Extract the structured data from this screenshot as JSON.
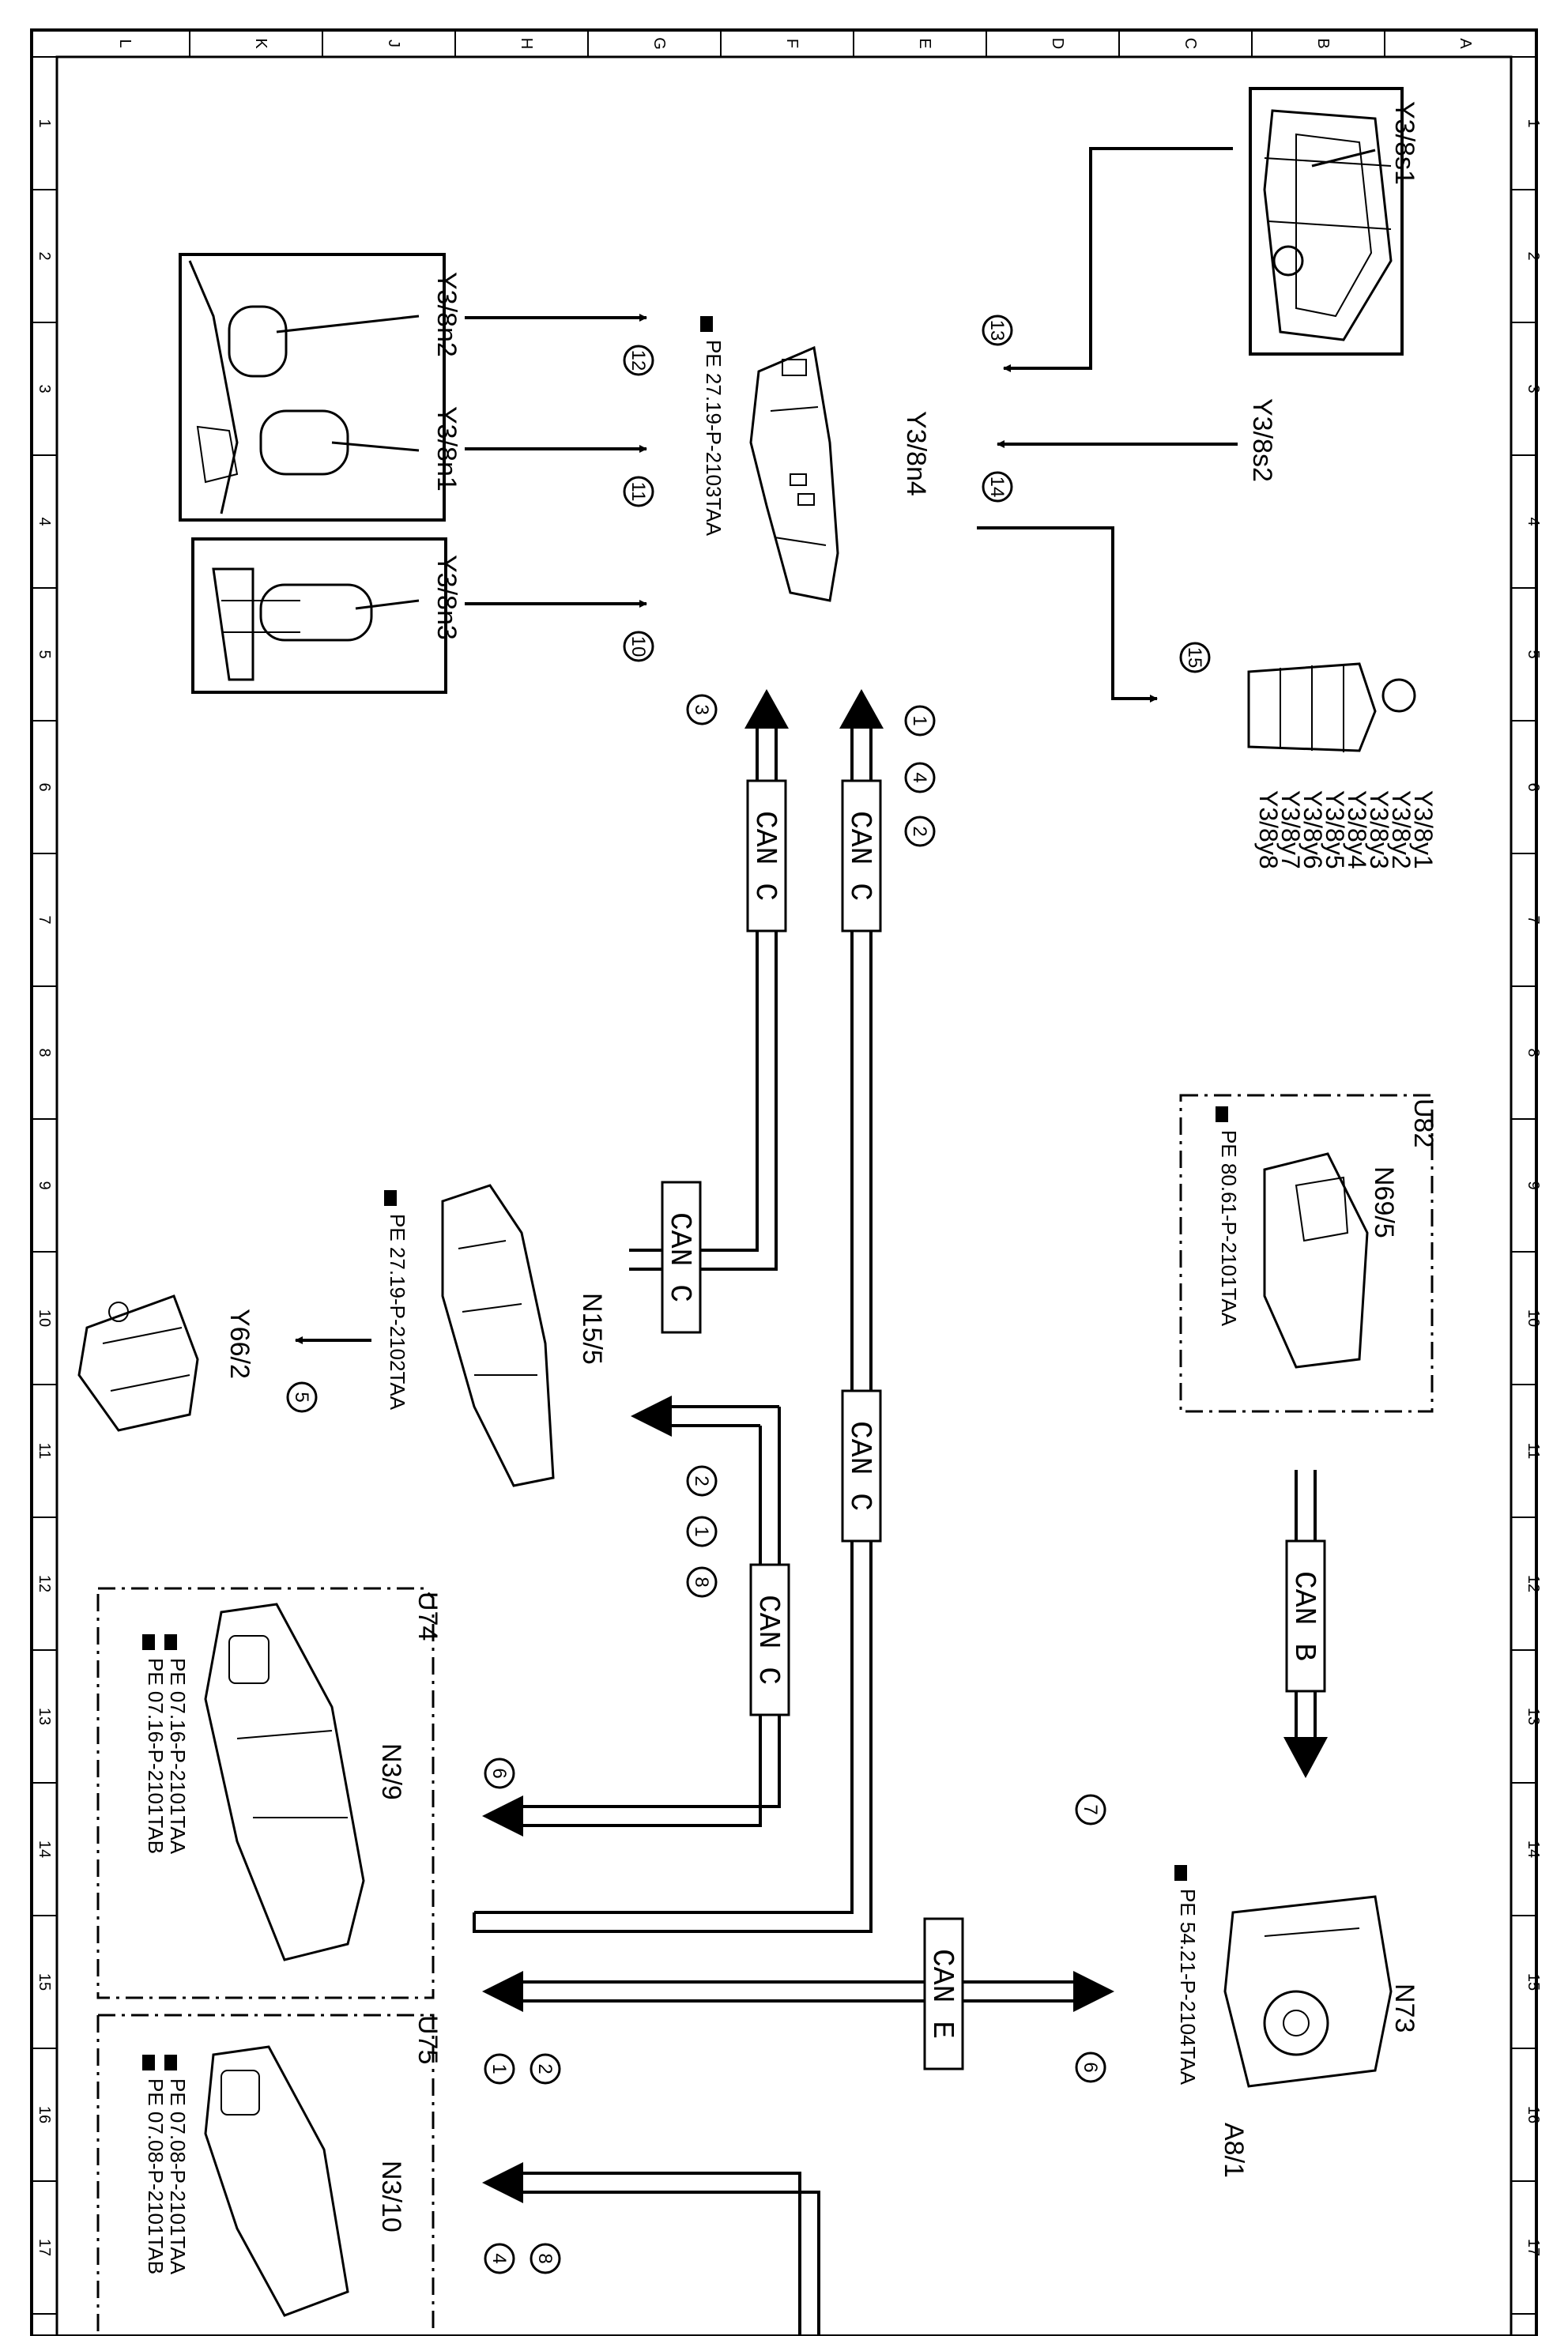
{
  "frame": {
    "columns": [
      "L",
      "K",
      "J",
      "H",
      "G",
      "F",
      "E",
      "D",
      "C",
      "B",
      "A"
    ],
    "rows": [
      "1",
      "2",
      "3",
      "4",
      "5",
      "6",
      "7",
      "8",
      "9",
      "10",
      "11",
      "12",
      "13",
      "14",
      "15",
      "16",
      "17"
    ]
  },
  "components": {
    "y3_8s1": "Y3/8s1",
    "y3_8s2": "Y3/8s2",
    "y3_8n2": "Y3/8n2",
    "y3_8n1": "Y3/8n1",
    "y3_8n3": "Y3/8n3",
    "y3_8n4": "Y3/8n4",
    "y3_8n4_ref": "PE 27.19-P-2103TAA",
    "solenoids": [
      "Y3/8y1",
      "Y3/8y2",
      "Y3/8y3",
      "Y3/8y4",
      "Y3/8y5",
      "Y3/8y6",
      "Y3/8y7",
      "Y3/8y8"
    ],
    "u82": "U82",
    "n69_5": "N69/5",
    "n69_5_ref": "PE 80.61-P-2101TAA",
    "n15_5": "N15/5",
    "n15_5_ref": "PE 27.19-P-2102TAA",
    "y66_2": "Y66/2",
    "u74": "U74",
    "n3_9": "N3/9",
    "n3_9_refs": [
      "PE 07.16-P-2101TAA",
      "PE 07.16-P-2101TAB"
    ],
    "u75": "U75",
    "n3_10": "N3/10",
    "n3_10_refs": [
      "PE 07.08-P-2101TAA",
      "PE 07.08-P-2101TAB"
    ],
    "n73": "N73",
    "a8_1": "A8/1",
    "n73_ref": "PE 54.21-P-2104TAA"
  },
  "buses": {
    "can_c": "CAN C",
    "can_b": "CAN B",
    "can_e": "CAN E"
  },
  "signals": {
    "s1": "1",
    "s2": "2",
    "s3": "3",
    "s4": "4",
    "s5": "5",
    "s6": "6",
    "s7": "7",
    "s8": "8",
    "s10": "10",
    "s11": "11",
    "s12": "12",
    "s13": "13",
    "s14": "14",
    "s15": "15"
  },
  "colors": {
    "ink": "#000000",
    "paper": "#ffffff",
    "bus_label_text": "#808080"
  }
}
